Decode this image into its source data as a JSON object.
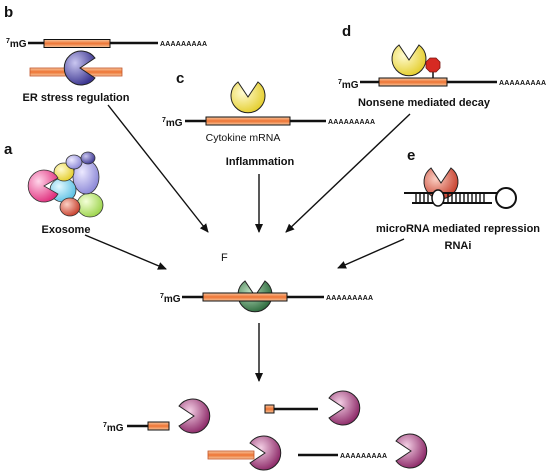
{
  "panels": {
    "a": "a",
    "b": "b",
    "c": "c",
    "d": "d",
    "e": "e"
  },
  "labels": {
    "er_stress": "ER stress regulation",
    "cytokine_mrna": "Cytokine mRNA",
    "inflammation": "Inflammation",
    "nmd": "Nonsene mediated decay",
    "exosome": "Exosome",
    "mirna_line1": "microRNA mediated repression",
    "mirna_line2": "RNAi",
    "factor": "F"
  },
  "mrna": {
    "cap_superscript": "7",
    "cap_text": "mG",
    "polya": "AAAAAAAAA"
  },
  "colors": {
    "orf_fill": "#ef7d3c",
    "orf_stripe": "#f6b98a",
    "pacman_blue": "#5b55a8",
    "pacman_yellow": "#f3e24d",
    "pacman_green": "#3f7f4f",
    "pacman_red": "#d9533f",
    "pacman_purple": "#8e2c6a",
    "stop_red": "#d62a22"
  },
  "icons": {
    "ribonuclease": "pacman-nuclease-icon",
    "exosome": "exosome-complex-icon",
    "stop_codon": "stop-sign-icon",
    "hairpin": "rna-hairpin-icon",
    "arrow": "arrow-icon"
  }
}
